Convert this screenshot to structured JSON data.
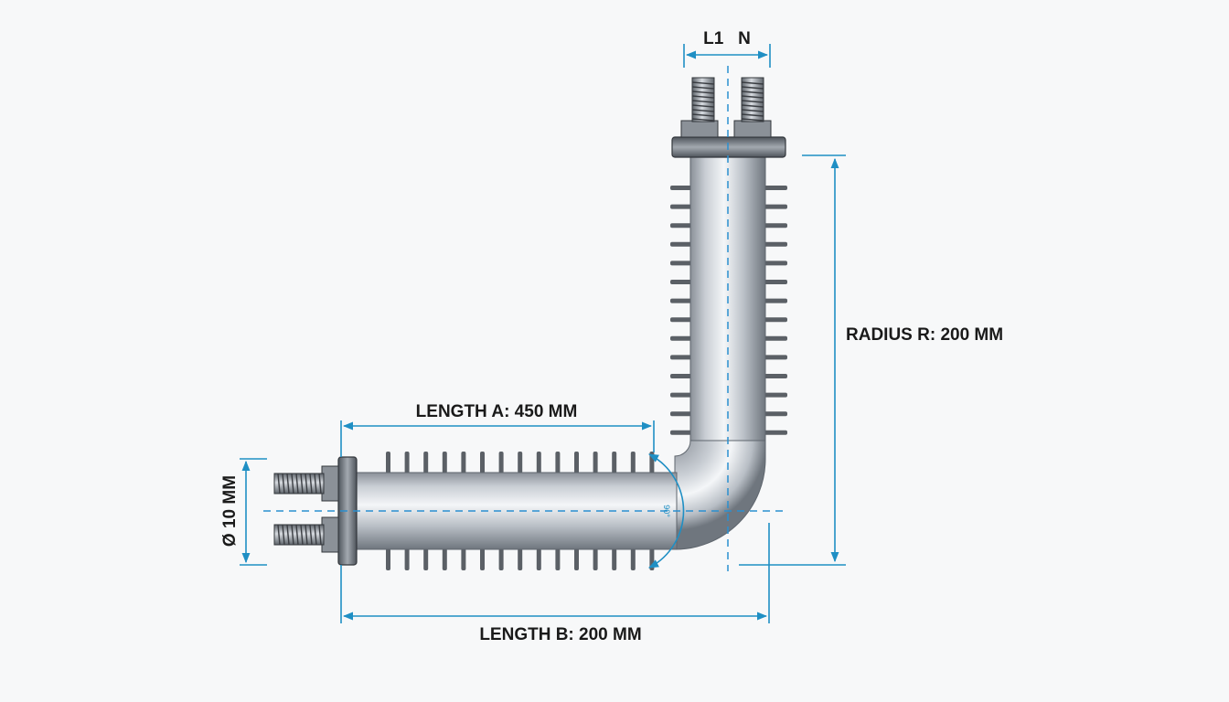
{
  "diagram": {
    "labels": {
      "terminals": "L1   N",
      "radius": "RADIUS R: 200 MM",
      "length_a": "LENGTH A: 450 MM",
      "length_b": "LENGTH B: 200 MM",
      "diameter": "Ø 10 MM",
      "bend_mark": "90°"
    },
    "colors": {
      "dimension": "#1f8fc4",
      "tube_highlight": "#f4f6f8",
      "tube_shadow": "#7f868e",
      "fins": "#5b6066",
      "background": "#f7f8f9"
    }
  }
}
